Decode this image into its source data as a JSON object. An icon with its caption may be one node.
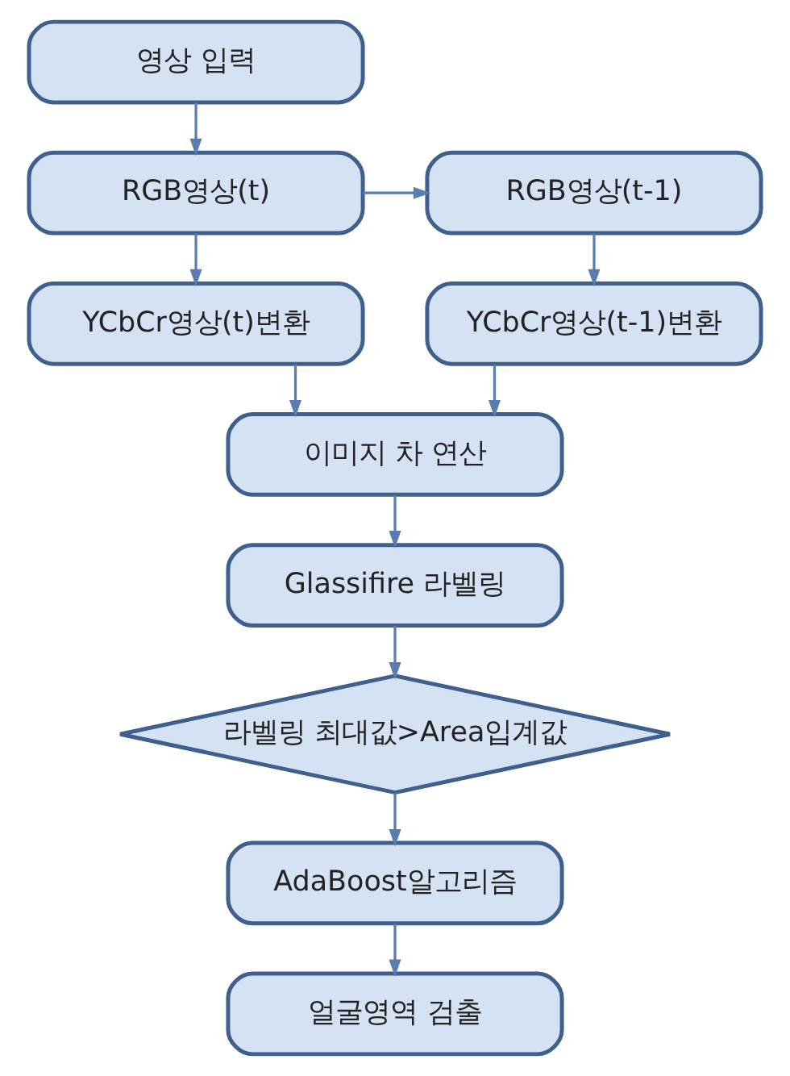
{
  "diagram": {
    "nodes": [
      {
        "text": [
          "영상 입력"
        ]
      },
      {
        "text": [
          "RGB영상(t)"
        ]
      },
      {
        "text": [
          "RGB영상(t-1)"
        ]
      },
      {
        "text": [
          "YCbCr영상(t)변환"
        ]
      },
      {
        "text": [
          "YCbCr영상(t-1)변환"
        ]
      },
      {
        "text": [
          "이미지 차 연산"
        ]
      },
      {
        "text": [
          "Glassifire 라벨링"
        ]
      },
      {
        "text": [
          "라벨링 최대값>Area입계값"
        ]
      },
      {
        "text": [
          "AdaBoost알고리즘"
        ]
      },
      {
        "text": [
          "얼굴영역 검출"
        ]
      }
    ],
    "edges": [
      {
        "from": 0,
        "to": 1,
        "arrow": "to"
      },
      {
        "from": 1,
        "to": 2,
        "arrow": "to"
      },
      {
        "from": 1,
        "to": 3,
        "arrow": "to"
      },
      {
        "from": 2,
        "to": 4,
        "arrow": "to"
      },
      {
        "from": 3,
        "to": 5,
        "arrow": "to"
      },
      {
        "from": 4,
        "to": 5,
        "arrow": "to"
      },
      {
        "from": 5,
        "to": 6,
        "arrow": "to"
      },
      {
        "from": 6,
        "to": 7,
        "arrow": "to"
      },
      {
        "from": 7,
        "to": 8,
        "arrow": "to"
      },
      {
        "from": 8,
        "to": 9,
        "arrow": "to"
      }
    ]
  }
}
